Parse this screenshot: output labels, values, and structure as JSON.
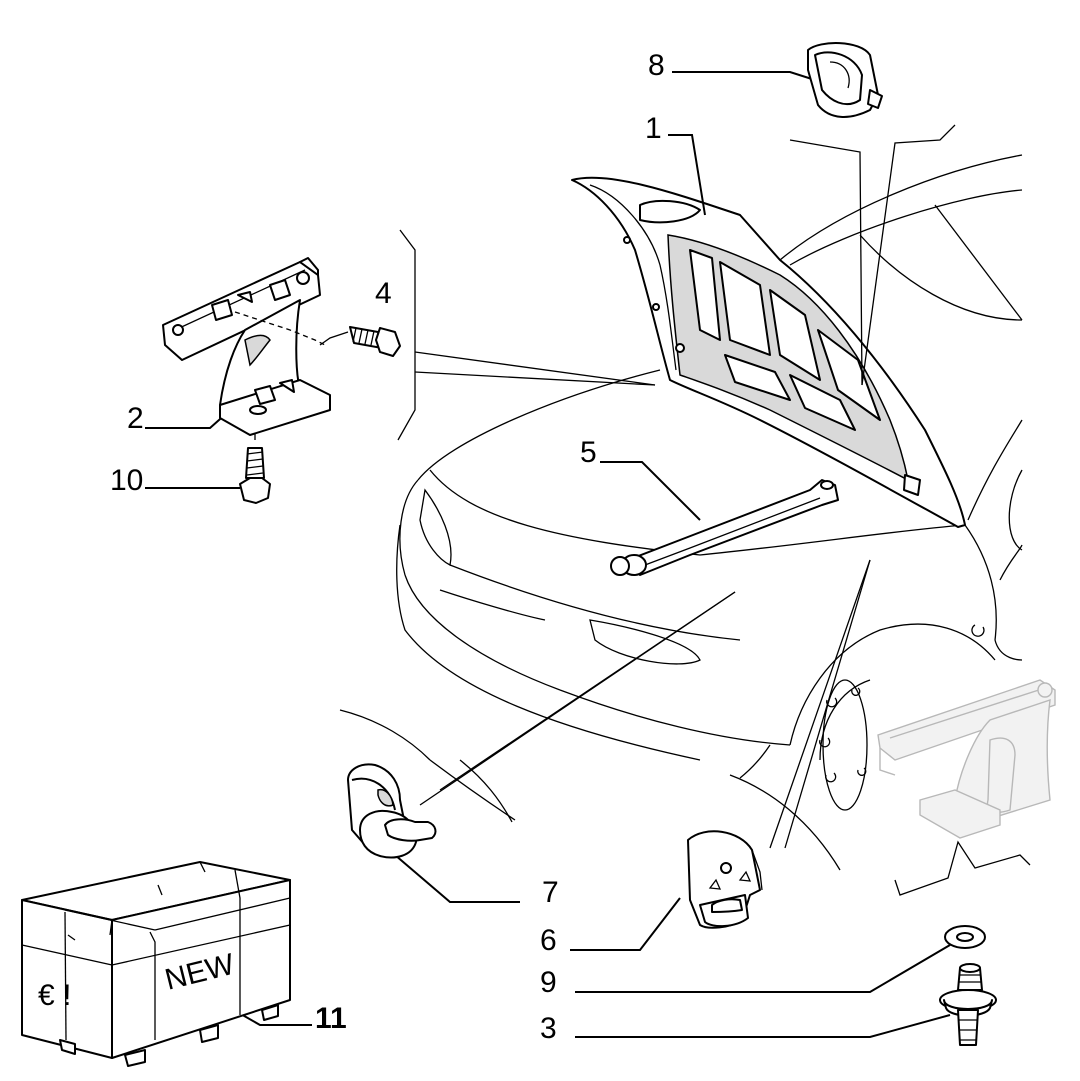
{
  "callouts": [
    {
      "id": "1",
      "text": "1"
    },
    {
      "id": "2",
      "text": "2"
    },
    {
      "id": "3",
      "text": "3"
    },
    {
      "id": "4",
      "text": "4"
    },
    {
      "id": "5",
      "text": "5"
    },
    {
      "id": "6",
      "text": "6"
    },
    {
      "id": "7",
      "text": "7"
    },
    {
      "id": "8",
      "text": "8"
    },
    {
      "id": "9",
      "text": "9"
    },
    {
      "id": "10",
      "text": "10"
    },
    {
      "id": "11",
      "text": "11"
    }
  ],
  "box": {
    "stamp_new": "NEW",
    "symbols": "€ !"
  }
}
